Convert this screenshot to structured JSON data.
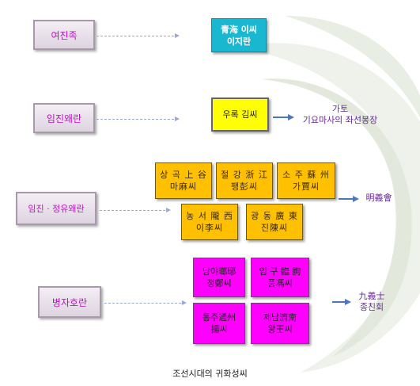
{
  "periods": [
    {
      "label": "여진족"
    },
    {
      "label": "임진왜란"
    },
    {
      "label": "임진 · 정유왜란"
    },
    {
      "label": "병자호란"
    }
  ],
  "clans": {
    "jurchen": {
      "line1": "青海 이씨",
      "line2": "이지란"
    },
    "imjin": {
      "line1": "우록 김씨"
    },
    "jeongyu": [
      {
        "line1": "상 곡 上 谷",
        "line2": "마麻씨"
      },
      {
        "line1": "절 강 浙 江",
        "line2": "팽彭씨"
      },
      {
        "line1": "소 주 蘇 州",
        "line2": "가賈씨"
      },
      {
        "line1": "농 서 隴 西",
        "line2": "이李씨"
      },
      {
        "line1": "광 동 廣 東",
        "line2": "진陳씨"
      }
    ],
    "byeongja": [
      {
        "line1": "낭야瑯琊",
        "line2": "정鄭씨"
      },
      {
        "line1": "임 구 臨 朐",
        "line2": "풍馮씨"
      },
      {
        "line1": "통주通州",
        "line2": "揚씨"
      },
      {
        "line1": "제남濟南",
        "line2": "왕王씨"
      }
    ]
  },
  "notes": {
    "imjin": {
      "line1": "가토",
      "line2": "기요마사의 좌선봉장"
    },
    "jeongyu": {
      "line1": "明義會"
    },
    "byeongja": {
      "line1": "九義士",
      "line2": "종친회"
    }
  },
  "caption": "조선시대의 귀화성씨",
  "colors": {
    "label_text": "#c010c8",
    "cyan": "#1ab7d0",
    "yellow": "#ffff00",
    "gold": "#ffc000",
    "magenta": "#ff00ff",
    "arrow": "#4a76c4",
    "note_text": "#6a2aa0"
  }
}
